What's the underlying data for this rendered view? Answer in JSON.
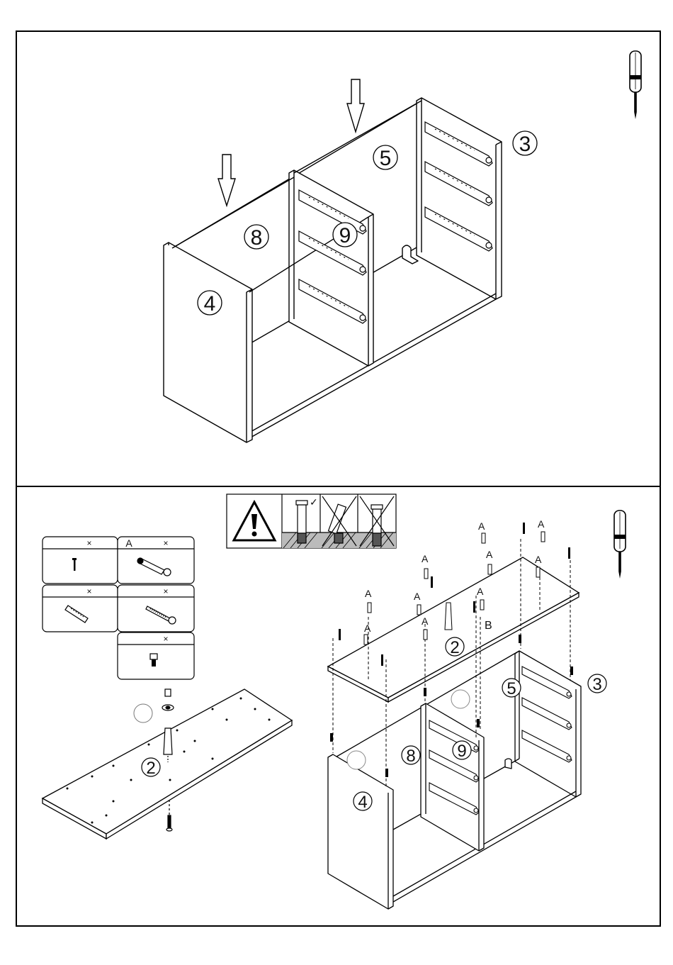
{
  "step1": {
    "labels": {
      "p3": "3",
      "p4": "4",
      "p5": "5",
      "p8": "8",
      "p9": "9"
    }
  },
  "step2": {
    "parts_table": {
      "cells": [
        {
          "letter": "",
          "qty": "×",
          "icon": "nail-icon"
        },
        {
          "letter": "A",
          "qty": "×",
          "icon": "cam-bolt-icon"
        },
        {
          "letter": "",
          "qty": "×",
          "icon": "wood-dowel-icon"
        },
        {
          "letter": "",
          "qty": "×",
          "icon": "screw-icon"
        },
        {
          "letter": "",
          "qty": "×",
          "icon": "cam-lock-icon"
        }
      ]
    },
    "panel_label": "2",
    "assembly_labels": {
      "p2": "2",
      "p3": "3",
      "p4": "4",
      "p5": "5",
      "p8": "8",
      "p9": "9",
      "b": "B"
    },
    "fastener_letter": "A",
    "warning": {
      "ok_mark": "✓"
    }
  }
}
